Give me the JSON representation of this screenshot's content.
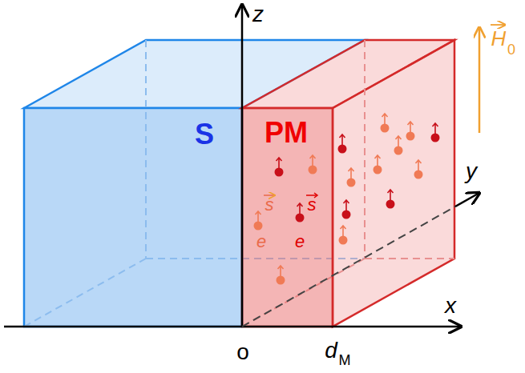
{
  "diagram": {
    "nodes": [
      {
        "text": [
          "S"
        ]
      },
      {
        "text": [
          "PM"
        ]
      }
    ],
    "labels": [
      "z",
      "H",
      "0",
      "y",
      "x",
      "o",
      "d",
      "M",
      "s",
      "s",
      "e",
      "e"
    ]
  }
}
